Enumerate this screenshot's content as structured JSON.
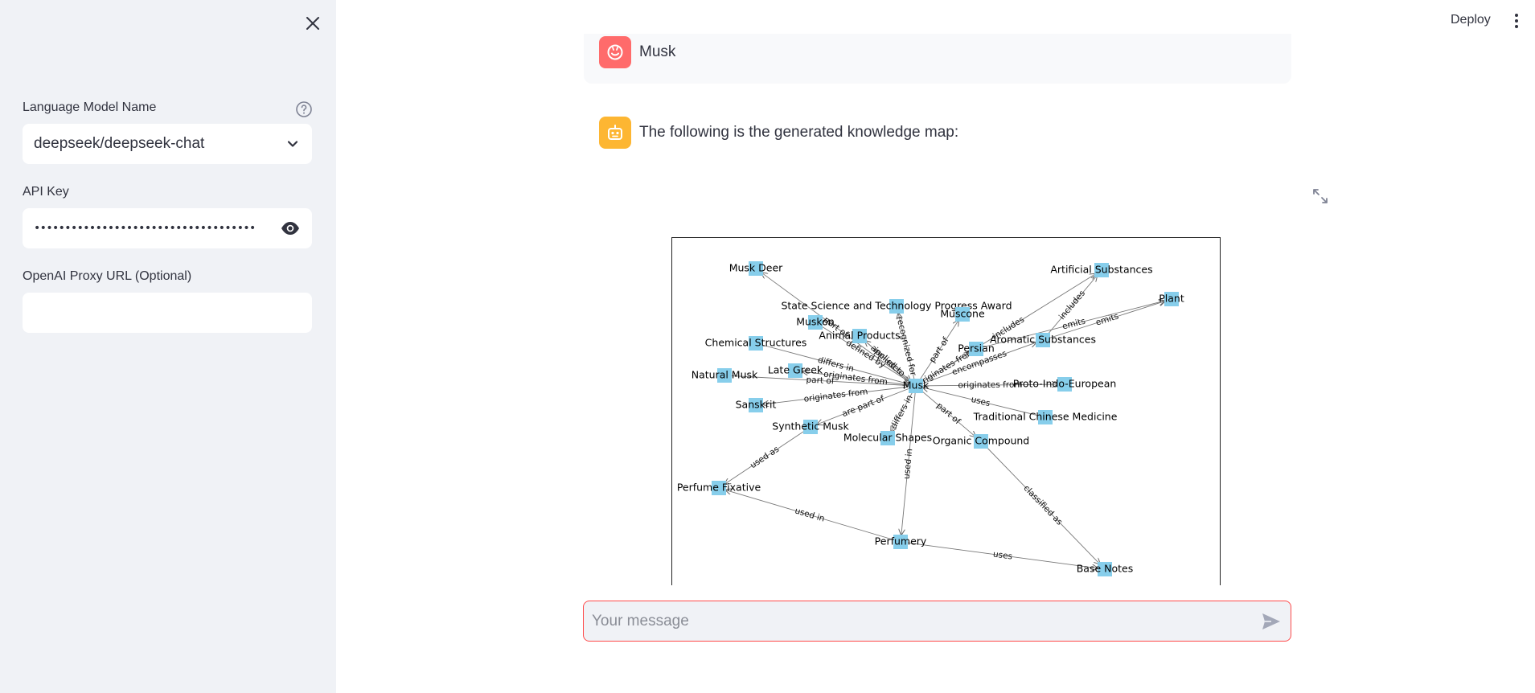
{
  "sidebar": {
    "model_label": "Language Model Name",
    "model_value": "deepseek/deepseek-chat",
    "api_key_label": "API Key",
    "api_key_masked": "••••••••••••••••••••••••••••••••••••",
    "proxy_label": "OpenAI Proxy URL (Optional)",
    "proxy_value": ""
  },
  "header": {
    "deploy_label": "Deploy"
  },
  "chat": {
    "user_message": "Musk",
    "bot_message": "The following is the generated knowledge map:",
    "input_placeholder": "Your message"
  },
  "graph": {
    "nodes": [
      {
        "id": "musk",
        "label": "Musk"
      },
      {
        "id": "musk_deer",
        "label": "Musk Deer"
      },
      {
        "id": "state_sci",
        "label": "State Science and Technology Progress Award"
      },
      {
        "id": "muskon",
        "label": "Muskon"
      },
      {
        "id": "muscone",
        "label": "Muscone"
      },
      {
        "id": "animal",
        "label": "Animal Products"
      },
      {
        "id": "chem",
        "label": "Chemical Structures"
      },
      {
        "id": "natural",
        "label": "Natural Musk"
      },
      {
        "id": "late_greek",
        "label": "Late Greek"
      },
      {
        "id": "sanskrit",
        "label": "Sanskrit"
      },
      {
        "id": "synthetic",
        "label": "Synthetic Musk"
      },
      {
        "id": "molecular",
        "label": "Molecular Shapes"
      },
      {
        "id": "perfume_fix",
        "label": "Perfume Fixative"
      },
      {
        "id": "perfumery",
        "label": "Perfumery"
      },
      {
        "id": "artificial",
        "label": "Artificial Substances"
      },
      {
        "id": "plant",
        "label": "Plant"
      },
      {
        "id": "aromatic",
        "label": "Aromatic Substances"
      },
      {
        "id": "persian",
        "label": "Persian"
      },
      {
        "id": "pie",
        "label": "Proto-Indo-European"
      },
      {
        "id": "tcm",
        "label": "Traditional Chinese Medicine"
      },
      {
        "id": "organic",
        "label": "Organic Compound"
      },
      {
        "id": "base_notes",
        "label": "Base Notes"
      }
    ],
    "edges": [
      {
        "from": "musk",
        "to": "musk_deer",
        "label": "part of"
      },
      {
        "from": "musk",
        "to": "state_sci",
        "label": "recognized for"
      },
      {
        "from": "muskon",
        "to": "musk",
        "label": "defined by"
      },
      {
        "from": "musk",
        "to": "muscone",
        "label": "part of"
      },
      {
        "from": "animal",
        "to": "musk",
        "label": "includes"
      },
      {
        "from": "musk",
        "to": "animal",
        "label": "applied to"
      },
      {
        "from": "chem",
        "to": "musk",
        "label": "differs in"
      },
      {
        "from": "natural",
        "to": "musk",
        "label": "part of"
      },
      {
        "from": "musk",
        "to": "late_greek",
        "label": "originates from"
      },
      {
        "from": "musk",
        "to": "sanskrit",
        "label": "originates from"
      },
      {
        "from": "musk",
        "to": "synthetic",
        "label": "are part of"
      },
      {
        "from": "musk",
        "to": "molecular",
        "label": "differs in"
      },
      {
        "from": "synthetic",
        "to": "perfume_fix",
        "label": "used as"
      },
      {
        "from": "musk",
        "to": "perfumery",
        "label": "used in"
      },
      {
        "from": "perfumery",
        "to": "perfume_fix",
        "label": "used in"
      },
      {
        "from": "perfumery",
        "to": "base_notes",
        "label": "uses"
      },
      {
        "from": "musk",
        "to": "artificial",
        "label": "includes"
      },
      {
        "from": "aromatic",
        "to": "artificial",
        "label": "includes"
      },
      {
        "from": "aromatic",
        "to": "plant",
        "label": "emits"
      },
      {
        "from": "musk",
        "to": "aromatic",
        "label": "encompasses"
      },
      {
        "from": "persian",
        "to": "plant",
        "label": "emits"
      },
      {
        "from": "musk",
        "to": "persian",
        "label": "originates from"
      },
      {
        "from": "musk",
        "to": "pie",
        "label": "originates from"
      },
      {
        "from": "tcm",
        "to": "musk",
        "label": "uses"
      },
      {
        "from": "musk",
        "to": "organic",
        "label": "part of"
      },
      {
        "from": "organic",
        "to": "base_notes",
        "label": "classified as"
      }
    ]
  }
}
